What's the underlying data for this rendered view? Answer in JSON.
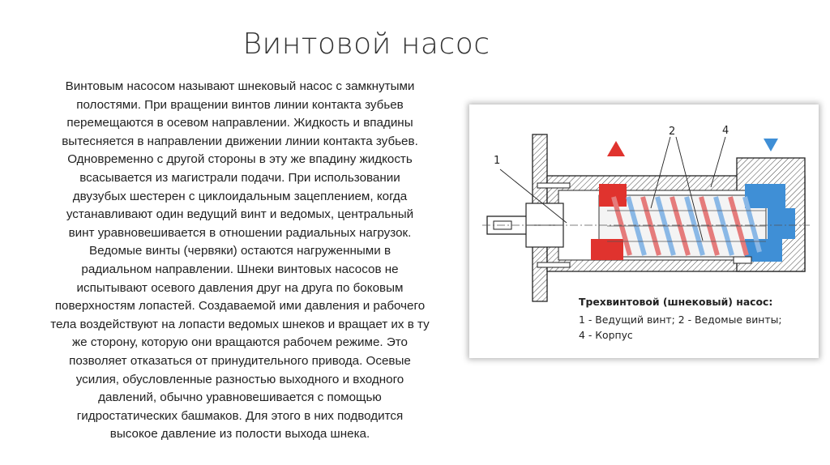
{
  "slide": {
    "title": "Винтовой насос",
    "body_lines": [
      "Винтовым насосом называют шнековый насос с замкнутыми",
      "полостями. При вращении винтов линии контакта зубьев",
      "перемещаются в осевом направлении. Жидкость и впадины",
      "вытесняется в направлении движении линии контакта зубьев.",
      "Одновременно с другой стороны в эту же впадину жидкость",
      "всасывается из магистрали подачи. При использовании",
      "двузубых шестерен с циклоидальным зацеплением, когда",
      "устанавливают один ведущий винт и ведомых, центральный",
      "винт уравновешивается в отношении радиальных нагрузок.",
      "Ведомые винты (червяки) остаются нагруженными в",
      "радиальном направлении. Шнеки винтовых насосов не",
      "испытывают осевого давления друг на друга по боковым",
      "поверхностям лопастей. Создаваемой ими давления и рабочего",
      "тела воздействуют на лопасти ведомых шнеков и вращает их в ту",
      "же сторону, которую они вращаются рабочем режиме. Это",
      "позволяет отказаться от принудительного привода. Осевые",
      "усилия, обусловленные разностью выходного и входного",
      "давлений, обычно уравновешивается с помощью",
      "гидростатических башмаков. Для этого в них подводится",
      "высокое давление из полости выхода шнека."
    ]
  },
  "figure": {
    "labels": {
      "l1": "1",
      "l2": "2",
      "l4": "4"
    },
    "caption": {
      "title": "Трехвинтовой (шнековый) насос:",
      "line1": "1 - Ведущий винт;  2 - Ведомые винты;",
      "line2": "4 - Корпус"
    },
    "colors": {
      "high_pressure": "#e0332e",
      "low_pressure": "#3f8fd6"
    }
  }
}
